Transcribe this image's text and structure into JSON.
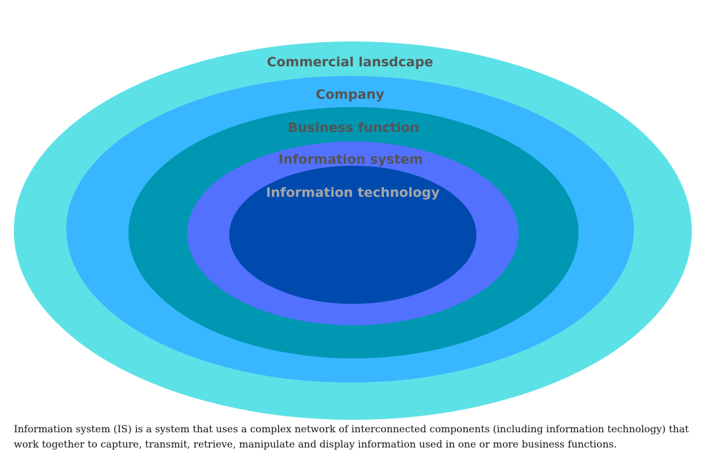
{
  "diagram": {
    "layers": [
      {
        "label": "Commercial lansdcape",
        "fill": "#5ce1e6",
        "text_color": "#545454"
      },
      {
        "label": "Company",
        "fill": "#38b6ff",
        "text_color": "#545454"
      },
      {
        "label": "Business function",
        "fill": "#0097b2",
        "text_color": "#545454"
      },
      {
        "label": "Information system",
        "fill": "#5271ff",
        "text_color": "#545454"
      },
      {
        "label": "Information technology",
        "fill": "#004aad",
        "text_color": "#a6a6a6"
      }
    ]
  },
  "caption": {
    "text": "Information system (IS) is a system that uses a complex network of interconnected components (including information technology) that work together to capture, transmit, retrieve, manipulate and display information used in one or more business functions."
  }
}
